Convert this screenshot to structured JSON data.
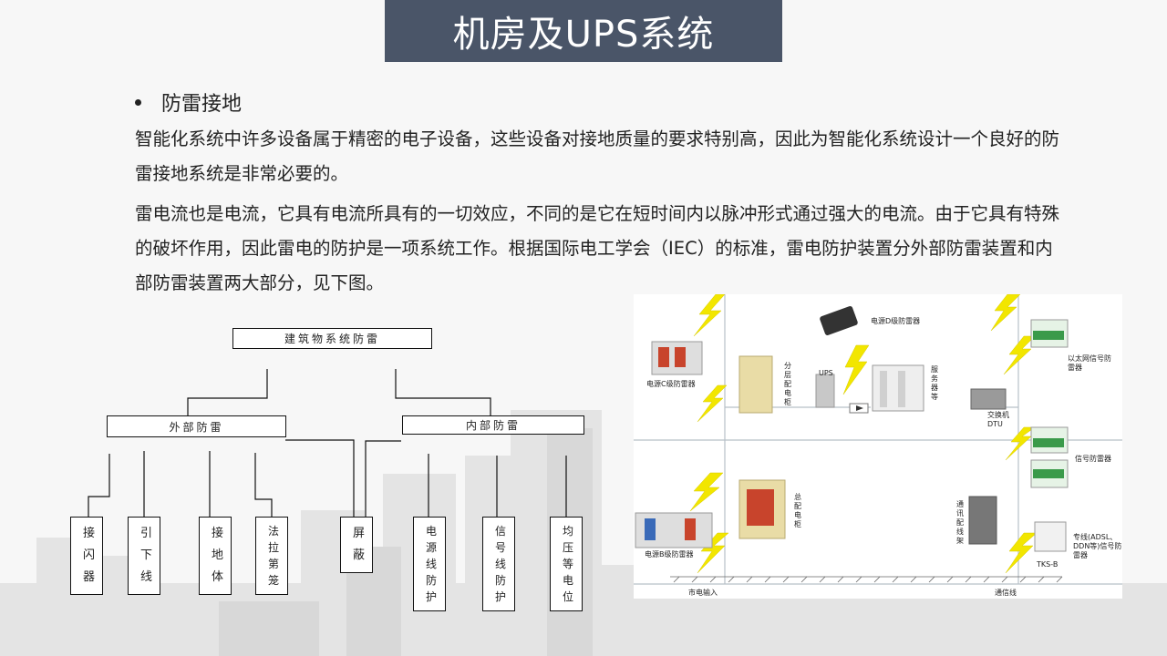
{
  "title": "机房及UPS系统",
  "section": {
    "heading": "防雷接地"
  },
  "paragraphs": [
    "智能化系统中许多设备属于精密的电子设备，这些设备对接地质量的要求特别高，因此为智能化系统设计一个良好的防雷接地系统是非常必要的。",
    "雷电流也是电流，它具有电流所具有的一切效应，不同的是它在短时间内以脉冲形式通过强大的电流。由于它具有特殊的破坏作用，因此雷电的防护是一项系统工作。根据国际电工学会（IEC）的标准，雷电防护装置分外部防雷装置和内部防雷装置两大部分，见下图。"
  ],
  "org_chart": {
    "root": "建筑物系统防雷",
    "external": "外部防雷",
    "internal": "内部防雷",
    "leaves": [
      "接闪器",
      "引下线",
      "接地体",
      "法拉第笼",
      "屏蔽",
      "电源线防护",
      "信号线防护",
      "均压等电位"
    ]
  },
  "system_diagram": {
    "labels": {
      "power_d": "电源D级防雷器",
      "power_c": "电源C级防雷器",
      "power_b": "电源B级防雷器",
      "floor_cabinet": "分层配电柜",
      "ups": "UPS",
      "servers": "服务器等",
      "switch": "交换机DTU",
      "ethernet_spd": "以太网信号防雷器",
      "signal_spd": "信号防雷器",
      "main_cabinet": "总配电柜",
      "comm_frame": "通讯配线架",
      "dedicated_spd": "专线(ADSL、DDN等)信号防雷器",
      "tks": "TKS-B",
      "mains_input": "市电输入",
      "comm_line": "通信线"
    }
  },
  "colors": {
    "title_bg": "#4a5568",
    "cabinet": "#e9dca6",
    "lightning": "#f2e600",
    "accent_red": "#c8442c"
  }
}
